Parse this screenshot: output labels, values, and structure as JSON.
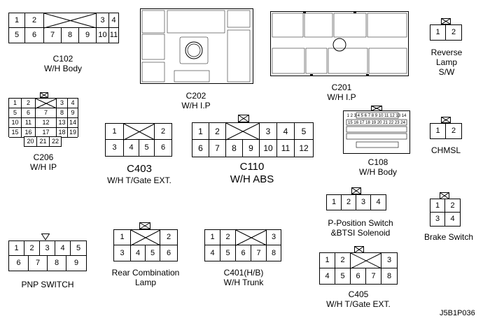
{
  "figure_code": "J5B1P036",
  "connectors": {
    "c102": {
      "name": "C102",
      "desc": "W/H Body",
      "row1": [
        "1",
        "2",
        "3",
        "4"
      ],
      "row2": [
        "5",
        "6",
        "7",
        "8",
        "9",
        "10",
        "11"
      ]
    },
    "c202": {
      "name": "C202",
      "desc": "W/H I.P"
    },
    "c201": {
      "name": "C201",
      "desc": "W/H I.P"
    },
    "reverse": {
      "name": "Reverse",
      "name2": "Lamp",
      "name3": "S/W",
      "pins": [
        "1",
        "2"
      ]
    },
    "c206": {
      "name": "C206",
      "desc": "W/H IP",
      "pins": [
        "1",
        "2",
        "3",
        "4",
        "5",
        "6",
        "7",
        "8",
        "9",
        "10",
        "11",
        "12",
        "13",
        "14",
        "15",
        "16",
        "17",
        "18",
        "19",
        "20",
        "21",
        "22"
      ]
    },
    "c403": {
      "name": "C403",
      "desc": "W/H T/Gate EXT.",
      "row1": [
        "1",
        "2"
      ],
      "row2": [
        "3",
        "4",
        "5",
        "6"
      ]
    },
    "c110": {
      "name": "C110",
      "desc": "W/H ABS",
      "row1": [
        "1",
        "2",
        "3",
        "4",
        "5"
      ],
      "row2": [
        "6",
        "7",
        "8",
        "9",
        "10",
        "11",
        "12"
      ]
    },
    "c108": {
      "name": "C108",
      "desc": "W/H Body",
      "pins": [
        "1",
        "2",
        "3",
        "4",
        "5",
        "6",
        "7",
        "8",
        "9",
        "10",
        "11",
        "12",
        "13",
        "14",
        "15",
        "16",
        "17",
        "18",
        "19",
        "20",
        "21",
        "22",
        "23",
        "24"
      ]
    },
    "chmsl": {
      "name": "CHMSL",
      "pins": [
        "1",
        "2"
      ]
    },
    "ppos": {
      "name": "P-Position Switch",
      "desc": "&BTSI Solenoid",
      "pins": [
        "1",
        "2",
        "3",
        "4"
      ]
    },
    "brake": {
      "name": "Brake Switch",
      "pins": [
        "1",
        "2",
        "3",
        "4"
      ]
    },
    "pnp": {
      "name": "PNP SWITCH",
      "row1": [
        "1",
        "2",
        "3",
        "4",
        "5"
      ],
      "row2": [
        "6",
        "7",
        "8",
        "9"
      ]
    },
    "rear": {
      "name": "Rear Combination",
      "desc": "Lamp",
      "row1": [
        "1",
        "2"
      ],
      "row2": [
        "3",
        "4",
        "5",
        "6"
      ]
    },
    "c401": {
      "name": "C401(H/B)",
      "desc": "W/H Trunk",
      "row1": [
        "1",
        "2",
        "3"
      ],
      "row2": [
        "4",
        "5",
        "6",
        "7",
        "8"
      ]
    },
    "c405": {
      "name": "C405",
      "desc": "W/H T/Gate EXT.",
      "row1": [
        "1",
        "2",
        "3"
      ],
      "row2": [
        "4",
        "5",
        "6",
        "7",
        "8"
      ]
    }
  }
}
